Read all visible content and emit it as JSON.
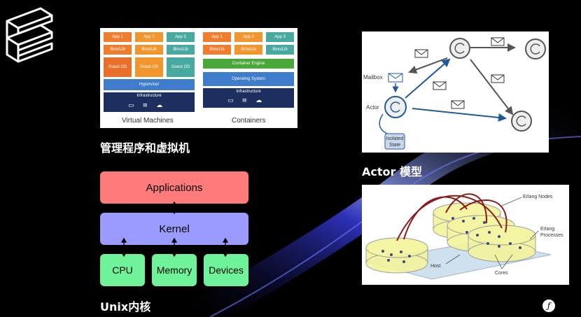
{
  "virtualization": {
    "vm": {
      "apps": [
        "App 1",
        "App 2",
        "App 3"
      ],
      "bins": [
        "Bins/Lib",
        "Bins/Lib",
        "Bins/Lib"
      ],
      "guests": [
        "Guest OS",
        "Guest OS",
        "Guest OS"
      ],
      "hypervisor": "Hypervisor",
      "infrastructure": "Infrastructure",
      "label": "Virtual Machines"
    },
    "containers": {
      "apps": [
        "App 1",
        "App 2",
        "App 3"
      ],
      "bins": [
        "Bins/Lib",
        "Bins/Lib",
        "Bins/Lib"
      ],
      "engine": "Container Engine",
      "os": "Operating System",
      "infrastructure": "Infrastructure",
      "label": "Containers"
    },
    "caption": "管理程序和虚拟机"
  },
  "unix": {
    "applications": "Applications",
    "kernel": "Kernel",
    "cpu": "CPU",
    "memory": "Memory",
    "devices": "Devices",
    "caption": "Unix内核"
  },
  "actor": {
    "mailbox": "Mailbox",
    "actor_label": "Actor",
    "isolated_state": [
      "Isolated",
      "State"
    ],
    "caption": "Actor 模型"
  },
  "erlang": {
    "nodes": "Erlang Nodes",
    "processes": [
      "Erlang",
      "Processes"
    ],
    "host": "Host",
    "cores": "Cores"
  },
  "colors": {
    "app_orange": "#f07d2d",
    "guest_orange": "#e8702a",
    "teal": "#47a9a0",
    "hypervisor_blue": "#3f7ccc",
    "infra_navy": "#1c2f5e",
    "engine_green": "#4aa83a",
    "unix_red": "#ff7b7b",
    "unix_purple": "#9a9aff",
    "unix_green": "#6ef29a"
  }
}
